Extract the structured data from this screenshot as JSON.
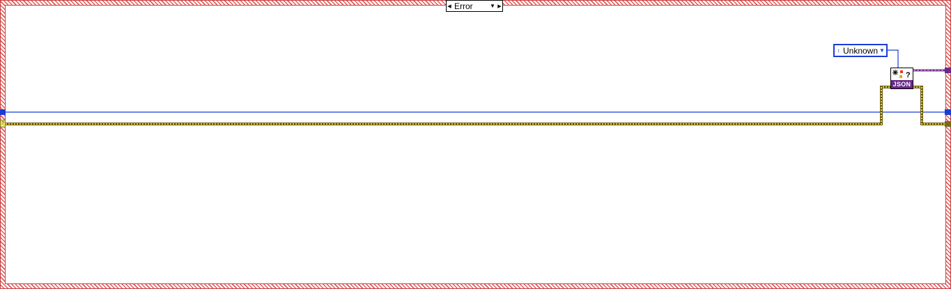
{
  "case_structure": {
    "selector_value": "Error",
    "decrement_arrow": "◀",
    "increment_arrow": "▶",
    "dropdown_arrow": "▼"
  },
  "enum_constant": {
    "value": "Unknown",
    "inc_dec_glyph": "↕",
    "dropdown_arrow": "▼"
  },
  "json_node": {
    "label": "JSON"
  },
  "tunnels": {
    "left_error_glyph": "?"
  },
  "colors": {
    "case_border": "#c84040",
    "refnum_wire": "#1a3cd8",
    "error_wire": "#d8c800",
    "json_wire": "#6a2a8a"
  }
}
